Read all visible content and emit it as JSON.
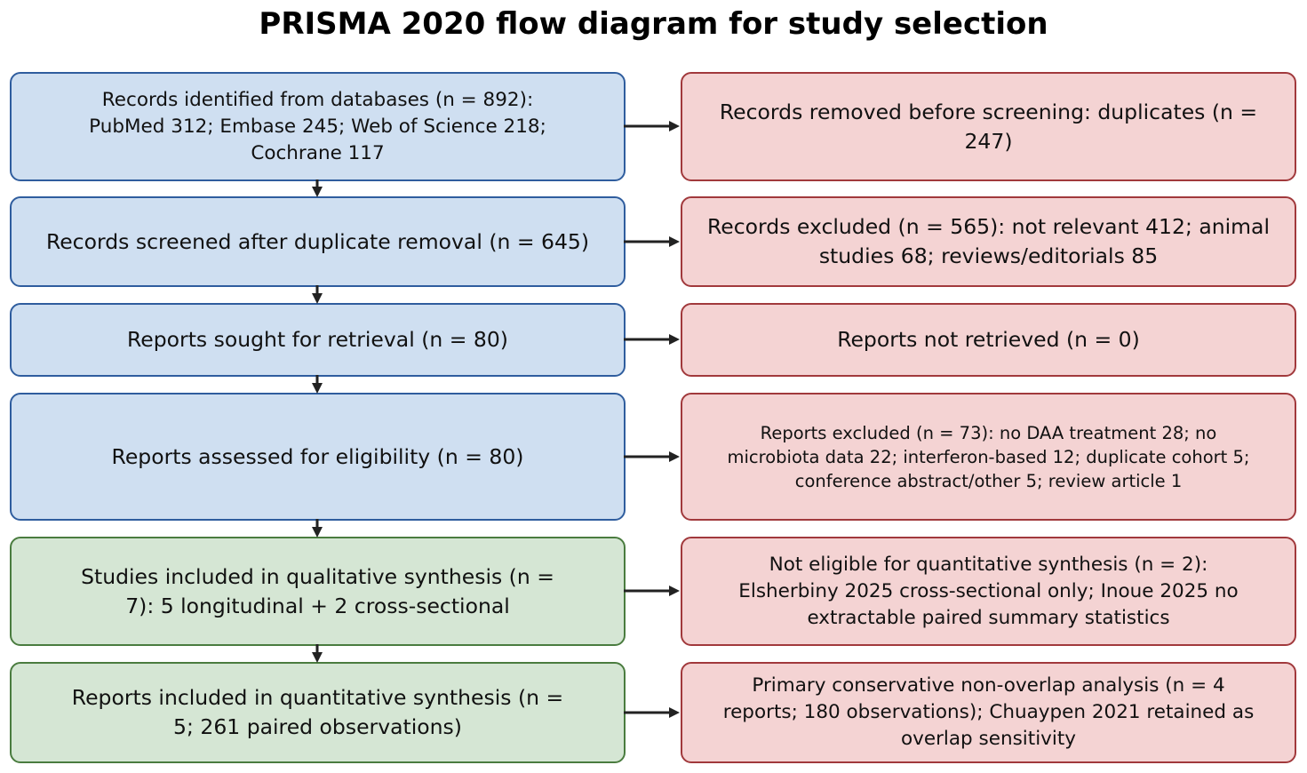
{
  "title": "PRISMA 2020 flow diagram for study selection",
  "colors": {
    "identification_fill": "#cfdff1",
    "identification_border": "#2f5d9e",
    "included_fill": "#d5e6d4",
    "included_border": "#4a7c3f",
    "excluded_fill": "#f4d3d3",
    "excluded_border": "#a1393c",
    "arrow": "#222222"
  },
  "left": {
    "identified": "Records identified from databases (n = 892): PubMed 312; Embase 245; Web of Science 218; Cochrane 117",
    "screened": "Records screened after duplicate removal (n = 645)",
    "sought": "Reports sought for retrieval (n = 80)",
    "assessed": "Reports assessed for eligibility (n = 80)",
    "qualitative": "Studies included in qualitative synthesis (n = 7): 5 longitudinal + 2 cross-sectional",
    "quantitative": "Reports included in quantitative synthesis (n = 5; 261 paired observations)"
  },
  "right": {
    "duplicates": "Records removed before screening: duplicates (n = 247)",
    "excluded_records": "Records excluded (n = 565): not relevant 412; animal studies 68; reviews/editorials 85",
    "not_retrieved": "Reports not retrieved (n = 0)",
    "excluded_reports": "Reports excluded (n = 73): no DAA treatment 28; no microbiota data 22; interferon-based 12; duplicate cohort 5; conference abstract/other 5; review article 1",
    "not_eligible": "Not eligible for quantitative synthesis (n = 2): Elsherbiny 2025 cross-sectional only; Inoue 2025 no extractable paired summary statistics",
    "primary_analysis": "Primary conservative non-overlap analysis (n = 4 reports; 180 observations); Chuaypen 2021 retained as overlap sensitivity"
  }
}
